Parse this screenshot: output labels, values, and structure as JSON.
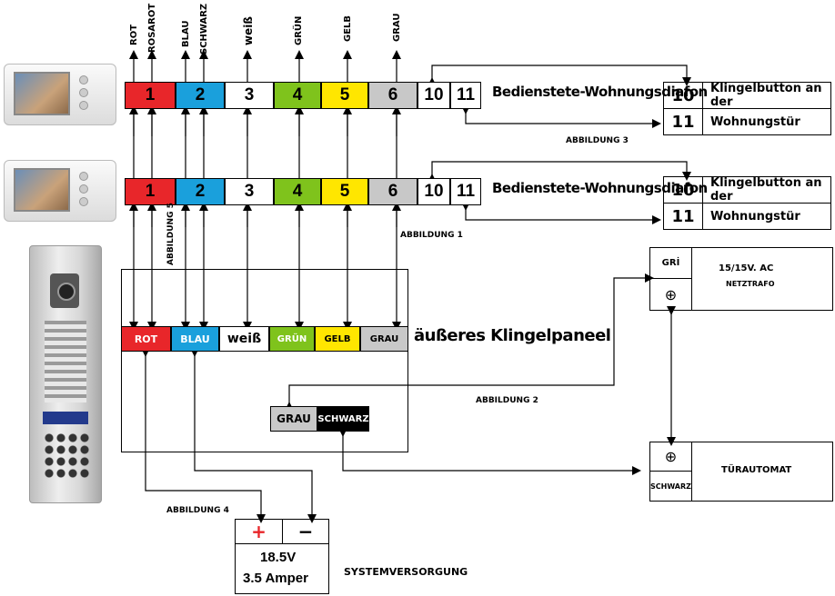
{
  "wire_colors_top": [
    "ROT",
    "ROSAROT",
    "BLAU",
    "SCHWARZ",
    "weiß",
    "GRÜN",
    "GELB",
    "GRAU"
  ],
  "strip1": {
    "terminals": [
      "1",
      "2",
      "3",
      "4",
      "5",
      "6"
    ],
    "extra": [
      "10",
      "11"
    ],
    "title": "Bedienstete-Wohnungsdiafon",
    "right_terms": [
      {
        "num": "10",
        "label": "Klingelbutton an der"
      },
      {
        "num": "11",
        "label": "Wohnungstür"
      }
    ],
    "fig": "ABBILDUNG 3"
  },
  "strip2": {
    "terminals": [
      "1",
      "2",
      "3",
      "4",
      "5",
      "6"
    ],
    "extra": [
      "10",
      "11"
    ],
    "title": "Bedienstete-Wohnungsdiafon",
    "right_terms": [
      {
        "num": "10",
        "label": "Klingelbutton an der"
      },
      {
        "num": "11",
        "label": "Wohnungstür"
      }
    ],
    "fig": "ABBILDUNG 1"
  },
  "fig5": "ABBILDUNG 5",
  "panel": {
    "terminals": [
      "ROT",
      "BLAU",
      "weiß",
      "GRÜN",
      "GELB",
      "GRAU"
    ],
    "title": "äußeres Klingelpaneel",
    "sub": [
      "GRAU",
      "SCHWARZ"
    ]
  },
  "fig2": "ABBILDUNG 2",
  "trafo": {
    "left_top": "GRİ",
    "left_bottom": "⊕",
    "title": "15/15V. AC",
    "sub": "NETZTRAFO"
  },
  "door": {
    "left_top": "⊕",
    "left_bottom": "SCHWARZ",
    "title": "TÜRAUTOMAT"
  },
  "fig4": "ABBILDUNG 4",
  "psu": {
    "plus": "+",
    "minus": "−",
    "voltage": "18.5V",
    "current": "3.5 Amper",
    "label": "SYSTEMVERSORGUNG"
  },
  "colors": {
    "red": "#e8262a",
    "blue": "#1aa0dc",
    "white": "#ffffff",
    "green": "#7fc31c",
    "yellow": "#ffe600",
    "grey": "#c8c8c8",
    "black": "#000000"
  }
}
